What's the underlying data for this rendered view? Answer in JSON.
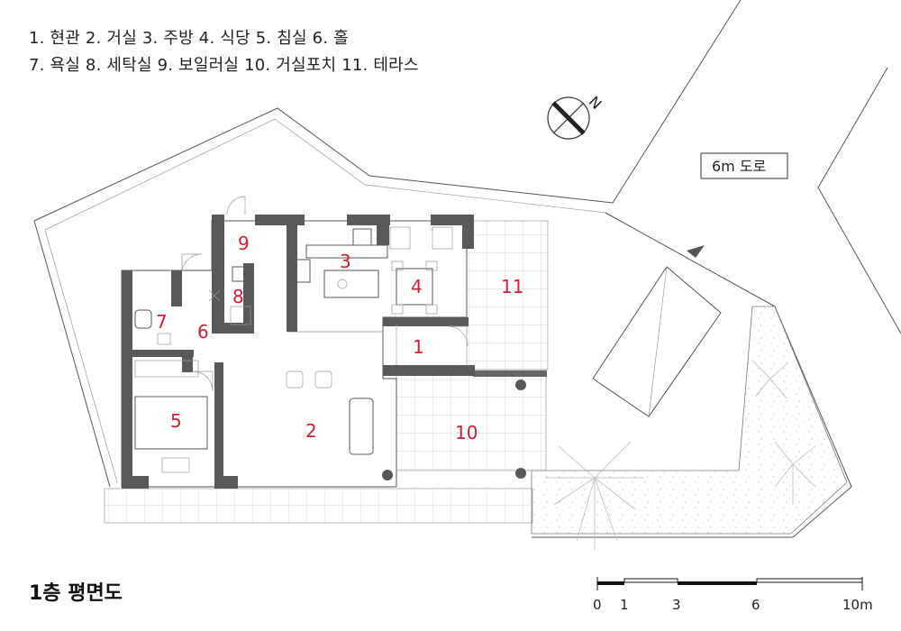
{
  "legend": {
    "line1": "1. 현관  2. 거실  3. 주방  4. 식당  5. 침실  6. 홀",
    "line2": "7. 욕실  8. 세탁실  9. 보일러실  10. 거실포치  11. 테라스"
  },
  "rooms": [
    {
      "num": "1"
    },
    {
      "num": "2"
    },
    {
      "num": "3"
    },
    {
      "num": "4"
    },
    {
      "num": "5"
    },
    {
      "num": "6"
    },
    {
      "num": "7"
    },
    {
      "num": "8"
    },
    {
      "num": "9"
    },
    {
      "num": "10"
    },
    {
      "num": "11"
    }
  ],
  "road_label": "6m 도로",
  "north_label": "N",
  "title": "1층 평면도",
  "scale": {
    "ticks": [
      "0",
      "1",
      "3",
      "6",
      "10m"
    ]
  },
  "colors": {
    "room_number": "#d21e2d",
    "wall": "#58595b"
  }
}
